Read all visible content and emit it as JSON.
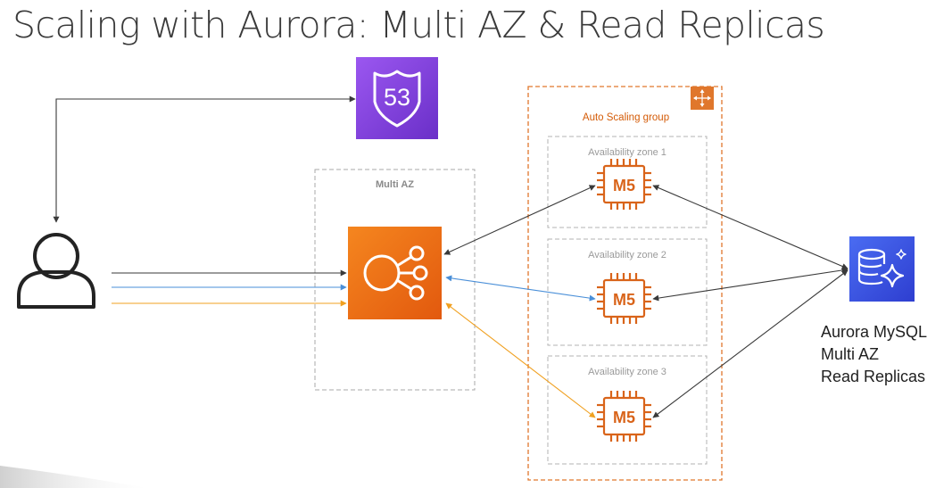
{
  "title": "Scaling with Aurora: Multi AZ & Read Replicas",
  "multi_az": {
    "label": "Multi AZ"
  },
  "auto_scaling_group": {
    "label": "Auto Scaling group",
    "zones": [
      {
        "label": "Availability zone 1",
        "instance_label": "M5"
      },
      {
        "label": "Availability zone 2",
        "instance_label": "M5"
      },
      {
        "label": "Availability zone 3",
        "instance_label": "M5"
      }
    ]
  },
  "route53": {
    "icon": "route53-icon",
    "number": "53"
  },
  "user": {
    "icon": "user-icon"
  },
  "load_balancer": {
    "icon": "load-balancer-icon"
  },
  "aurora": {
    "icon": "aurora-database-icon",
    "lines": [
      "Aurora MySQL",
      "Multi AZ",
      "Read Replicas"
    ]
  },
  "colors": {
    "route53": "#7d3dd8",
    "load_balancer": "#f07b16",
    "ec2": "#d9641a",
    "aurora": "#3b52e0",
    "asg_border": "#e0772c",
    "arrow_dark": "#3a3a3a",
    "arrow_blue": "#4a8fd8",
    "arrow_orange": "#f0a020"
  }
}
